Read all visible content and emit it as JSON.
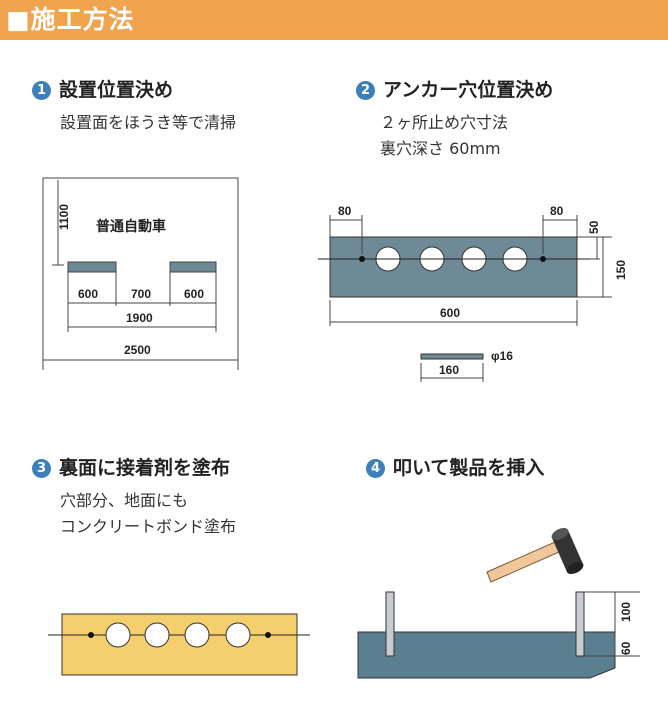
{
  "header": {
    "title": "■施工方法"
  },
  "steps": [
    {
      "num": "1",
      "title": "設置位置決め",
      "notes": [
        "設置面をほうき等で清掃"
      ]
    },
    {
      "num": "2",
      "title": "アンカー穴位置決め",
      "notes": [
        "２ヶ所止め穴寸法",
        "裏穴深さ 60mm"
      ]
    },
    {
      "num": "3",
      "title": "裏面に接着剤を塗布",
      "notes": [
        "穴部分、地面にも",
        "コンクリートボンド塗布"
      ]
    },
    {
      "num": "4",
      "title": "叩いて製品を挿入",
      "notes": []
    }
  ],
  "fig1": {
    "label": "普通自動車",
    "dims": {
      "height": "1100",
      "left": "600",
      "mid": "700",
      "right": "600",
      "inner": "1900",
      "total": "2500"
    }
  },
  "fig2": {
    "dims": {
      "left": "80",
      "right": "80",
      "top": "50",
      "height": "150",
      "width": "600",
      "rod_length": "160",
      "rod_dia": "φ16"
    }
  },
  "fig4": {
    "dims": {
      "above": "100",
      "below": "60"
    }
  },
  "colors": {
    "header": "#f0a44e",
    "step_badge": "#3d7fb8",
    "block_gray": "#6d8a96",
    "block_yellow": "#f5cf6e",
    "ground_blue": "#5a7f91"
  }
}
